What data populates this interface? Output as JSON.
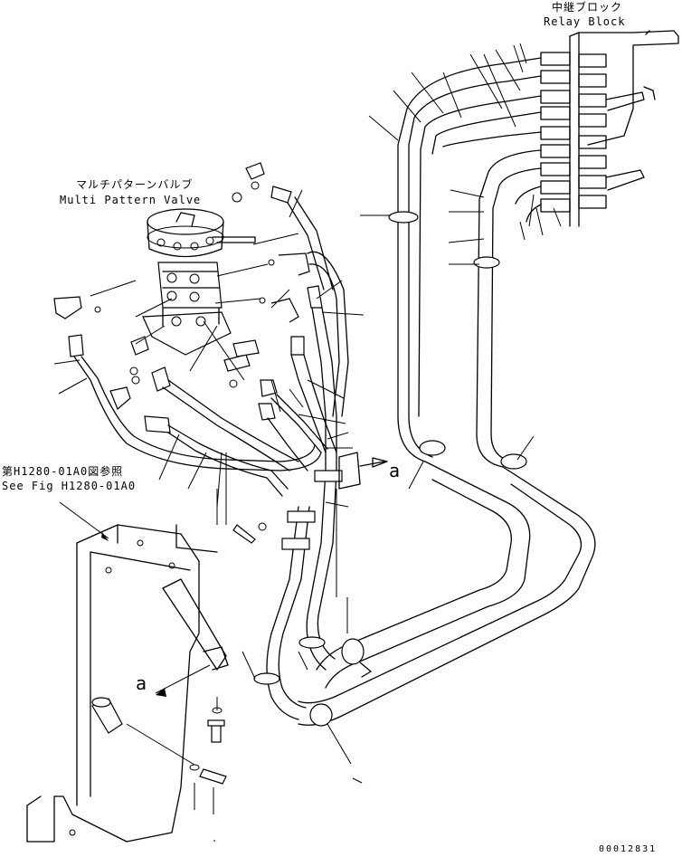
{
  "labels": {
    "relay_block_jp": "中継ブロック",
    "relay_block_en": "Relay Block",
    "valve_jp": "マルチパターンバルブ",
    "valve_en": "Multi Pattern Valve",
    "ref_jp": "第H1280-01A0図参照",
    "ref_en": "See Fig H1280-01A0",
    "view_a_right": "a",
    "view_a_left": "a",
    "drawing_id": "00012831"
  }
}
